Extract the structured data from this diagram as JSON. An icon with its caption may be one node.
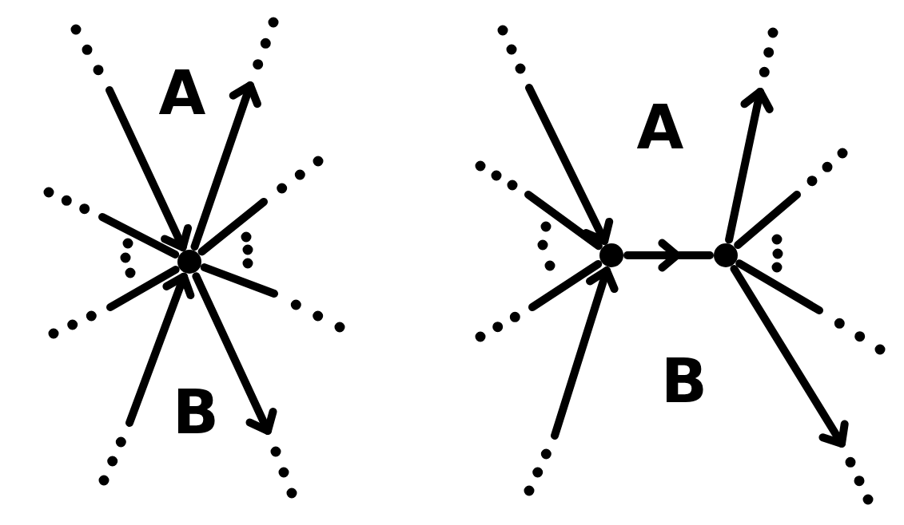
{
  "diagram": {
    "nodes": [
      {
        "text": [],
        "shape": "point"
      },
      {
        "text": [],
        "shape": "point"
      },
      {
        "text": [],
        "shape": "point"
      }
    ],
    "edges": [
      {
        "from": null,
        "to": 0,
        "arrow": "to"
      },
      {
        "from": 0,
        "to": null,
        "arrow": "to"
      },
      {
        "from": 0,
        "to": null,
        "arrow": "none"
      },
      {
        "from": 0,
        "to": null,
        "arrow": "none"
      },
      {
        "from": 0,
        "to": null,
        "arrow": "none"
      },
      {
        "from": 0,
        "to": null,
        "arrow": "none"
      },
      {
        "from": null,
        "to": 0,
        "arrow": "to"
      },
      {
        "from": 0,
        "to": null,
        "arrow": "to"
      },
      {
        "from": null,
        "to": 1,
        "arrow": "to"
      },
      {
        "from": 1,
        "to": null,
        "arrow": "none"
      },
      {
        "from": 1,
        "to": null,
        "arrow": "none"
      },
      {
        "from": null,
        "to": 1,
        "arrow": "to"
      },
      {
        "from": 1,
        "to": 2,
        "arrow": "to"
      },
      {
        "from": 2,
        "to": null,
        "arrow": "to"
      },
      {
        "from": 2,
        "to": null,
        "arrow": "none"
      },
      {
        "from": 2,
        "to": null,
        "arrow": "none"
      },
      {
        "from": 2,
        "to": null,
        "arrow": "to"
      }
    ],
    "labels": [
      "A",
      "B",
      "A",
      "B"
    ]
  }
}
